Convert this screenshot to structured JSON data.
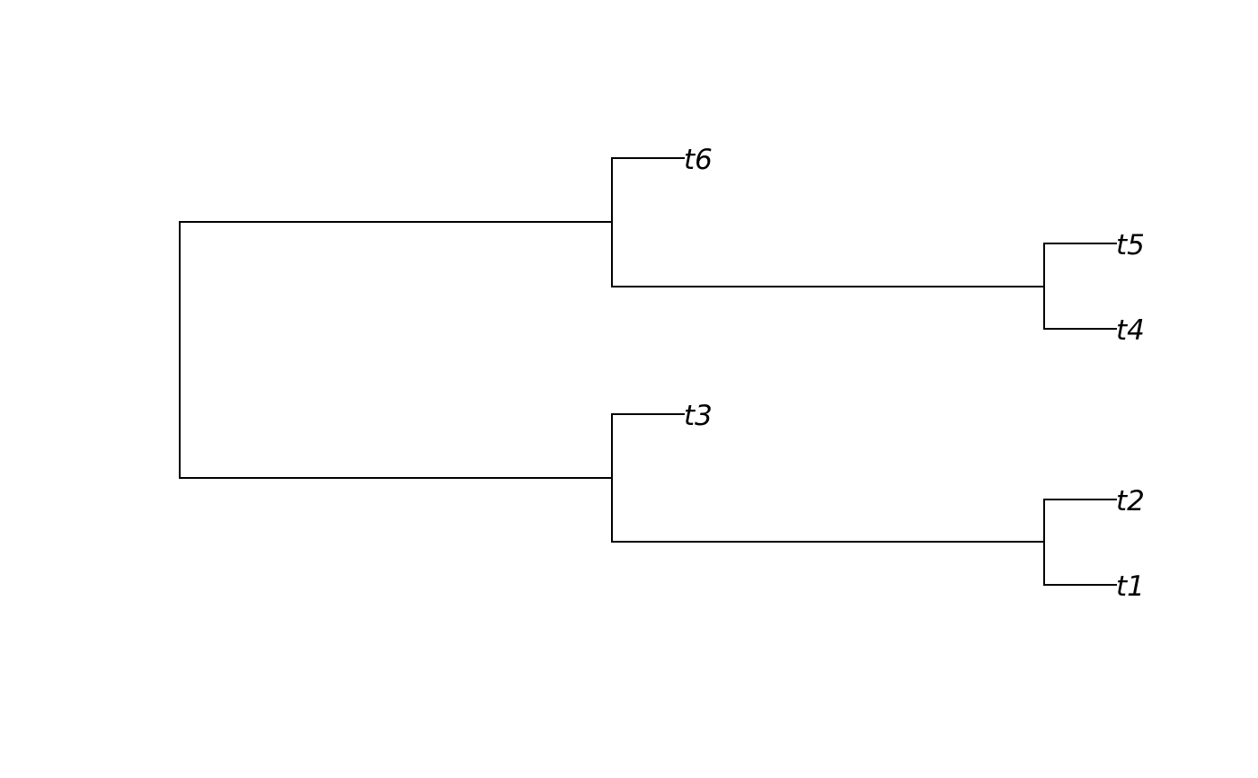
{
  "tree": {
    "newick": "((t6,(t5,t4)),(t3,(t2,t1)));",
    "tips": [
      {
        "id": "t6",
        "label": "t6"
      },
      {
        "id": "t5",
        "label": "t5"
      },
      {
        "id": "t4",
        "label": "t4"
      },
      {
        "id": "t3",
        "label": "t3"
      },
      {
        "id": "t2",
        "label": "t2"
      },
      {
        "id": "t1",
        "label": "t1"
      }
    ],
    "line_color": "#000000",
    "text_color": "#000000"
  }
}
